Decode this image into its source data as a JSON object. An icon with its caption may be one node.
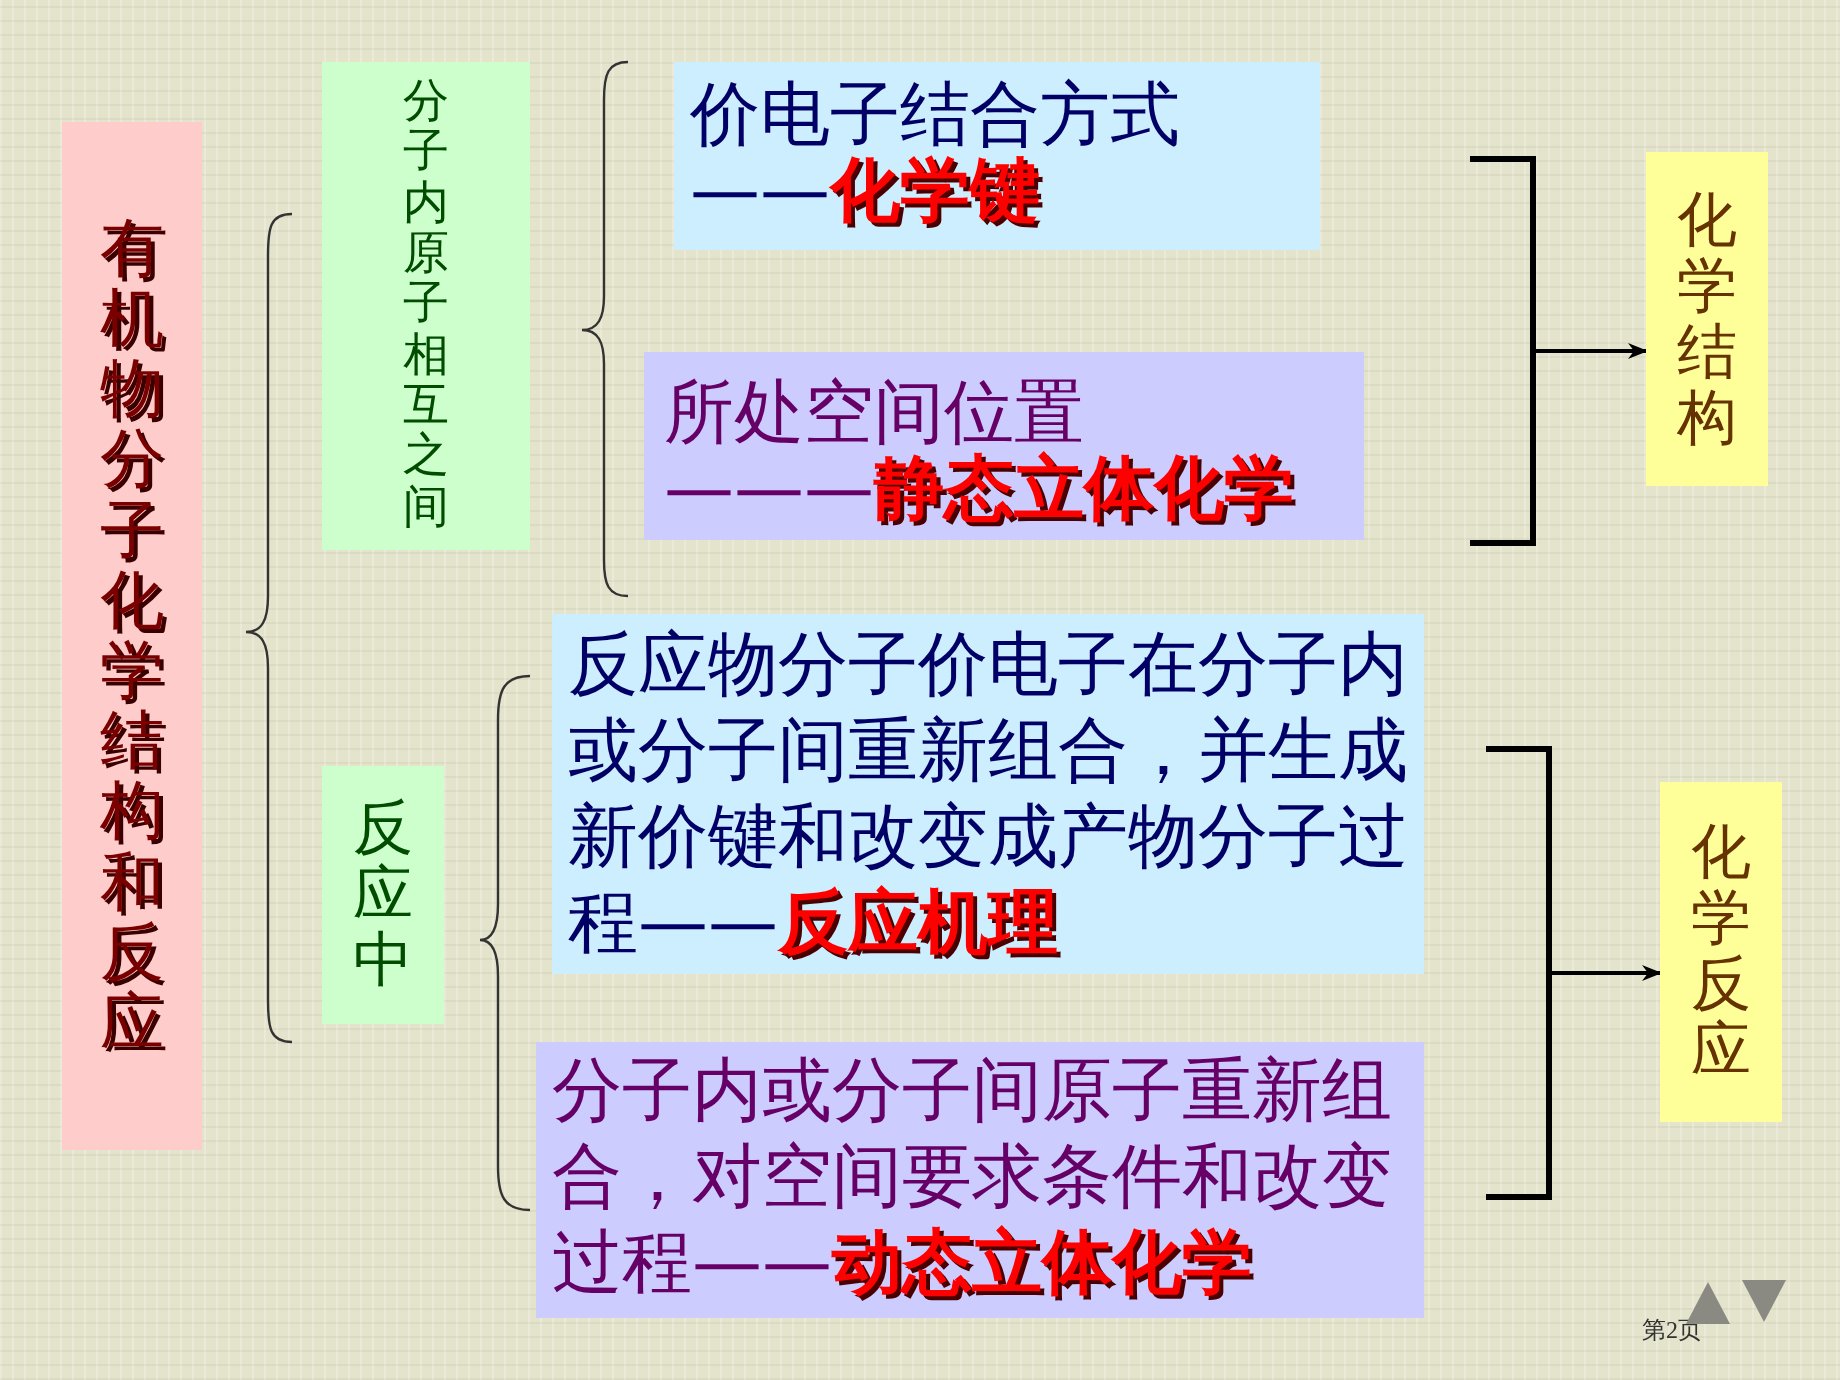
{
  "diagram": {
    "nodes": [
      {
        "text": [
          "有机物分子化学结构和反应"
        ]
      },
      {
        "text": [
          "分子内原子相互之间"
        ]
      },
      {
        "text": [
          "价电子结合方式",
          "——**化学键**"
        ]
      },
      {
        "text": [
          "所处空间位置",
          "———**静态立体化学**"
        ]
      },
      {
        "text": [],
        "shape": "bracket"
      },
      {
        "text": [
          "化学结构"
        ]
      },
      {
        "text": [
          "反应中"
        ]
      },
      {
        "text": [
          "反应物分子价电子在分子内或分子间重新组合，并生成新价键和改变成产物分子过程——**反应机理**"
        ]
      },
      {
        "text": [
          "分子内或分子间原子重新组合，对空间要求条件和改变过程——**动态立体化学**"
        ]
      },
      {
        "text": [],
        "shape": "bracket"
      },
      {
        "text": [
          "化学反应"
        ]
      }
    ],
    "edges": [
      {
        "from": 4,
        "to": 5,
        "arrow": "to"
      },
      {
        "from": 9,
        "to": 10,
        "arrow": "to"
      }
    ],
    "labels": [
      "第2页"
    ]
  }
}
